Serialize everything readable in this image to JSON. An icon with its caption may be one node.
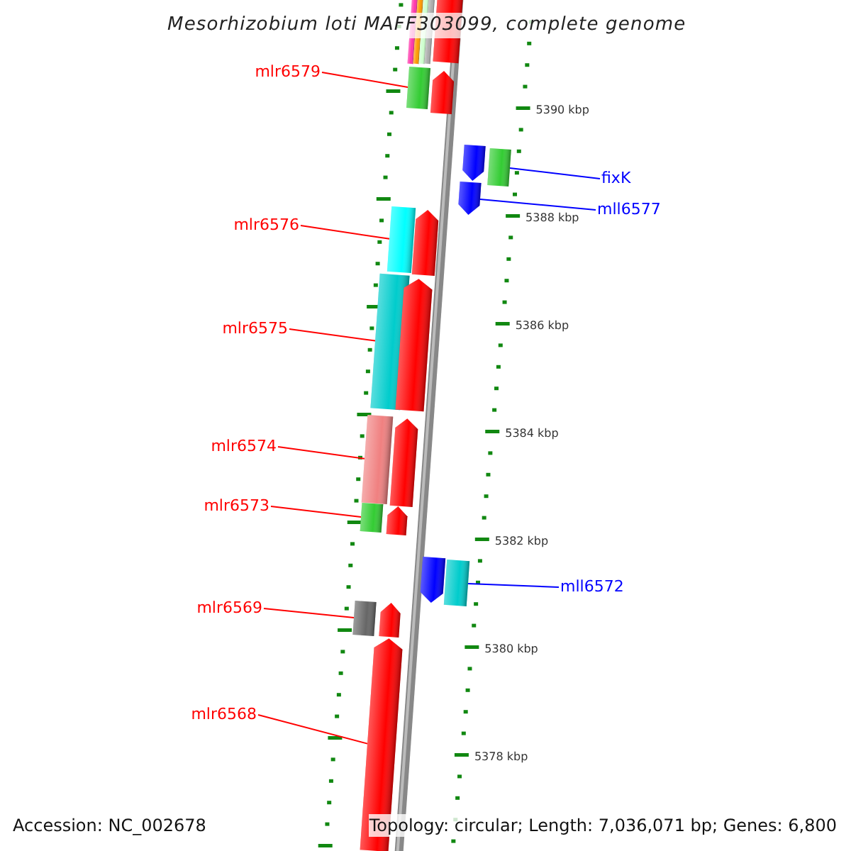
{
  "diagram": {
    "title": "Mesorhizobium loti MAFF303099, complete genome",
    "nodes": [
      {
        "text": [
          "mlr6579"
        ]
      },
      {
        "text": [],
        "shape": "bar"
      },
      {
        "text": [
          "fixK"
        ]
      },
      {
        "text": [],
        "shape": "bar"
      },
      {
        "text": [
          "mll6577"
        ]
      },
      {
        "text": [],
        "shape": "bar"
      },
      {
        "text": [
          "mlr6576"
        ]
      },
      {
        "text": [],
        "shape": "bar"
      },
      {
        "text": [
          "mlr6575"
        ]
      },
      {
        "text": [],
        "shape": "bar"
      },
      {
        "text": [
          "mlr6574"
        ]
      },
      {
        "text": [],
        "shape": "bar"
      },
      {
        "text": [
          "mlr6573"
        ]
      },
      {
        "text": [],
        "shape": "bar"
      },
      {
        "text": [
          "mll6572"
        ]
      },
      {
        "text": [],
        "shape": "bar"
      },
      {
        "text": [
          "mlr6569"
        ]
      },
      {
        "text": [],
        "shape": "bar"
      },
      {
        "text": [
          "mlr6568"
        ]
      },
      {
        "text": [],
        "shape": "bar"
      },
      {
        "text": [],
        "shape": "bar"
      },
      {
        "text": [],
        "shape": "bar"
      },
      {
        "text": [],
        "shape": "bar"
      },
      {
        "text": [],
        "shape": "bar"
      },
      {
        "text": [],
        "shape": "bar"
      },
      {
        "text": [],
        "shape": "bar"
      },
      {
        "text": [],
        "shape": "bar"
      },
      {
        "text": [],
        "shape": "bar"
      },
      {
        "text": [],
        "shape": "bar"
      },
      {
        "text": [],
        "shape": "bar"
      },
      {
        "text": [],
        "shape": "bar"
      },
      {
        "text": [],
        "shape": "bar"
      },
      {
        "text": [],
        "shape": "bar"
      }
    ],
    "edges": [
      {
        "from": 0,
        "to": 1,
        "arrow": "none"
      },
      {
        "from": 2,
        "to": 3,
        "arrow": "none",
        "color": "#0000ff"
      },
      {
        "from": 4,
        "to": 5,
        "arrow": "none",
        "color": "#0000ff"
      },
      {
        "from": 6,
        "to": 7,
        "arrow": "none"
      },
      {
        "from": 8,
        "to": 9,
        "arrow": "none"
      },
      {
        "from": 10,
        "to": 11,
        "arrow": "none"
      },
      {
        "from": 12,
        "to": 13,
        "arrow": "none"
      },
      {
        "from": 14,
        "to": 15,
        "arrow": "none",
        "color": "#0000ff"
      },
      {
        "from": 16,
        "to": 17,
        "arrow": "none"
      },
      {
        "from": 18,
        "to": 19,
        "arrow": "none"
      }
    ],
    "labels": [
      "5390 kbp",
      "5388 kbp",
      "5386 kbp",
      "5384 kbp",
      "5382 kbp",
      "5380 kbp",
      "5378 kbp",
      "Accession: NC_002678",
      "Topology: circular; Length: 7,036,071 bp; Genes: 6,800"
    ]
  }
}
